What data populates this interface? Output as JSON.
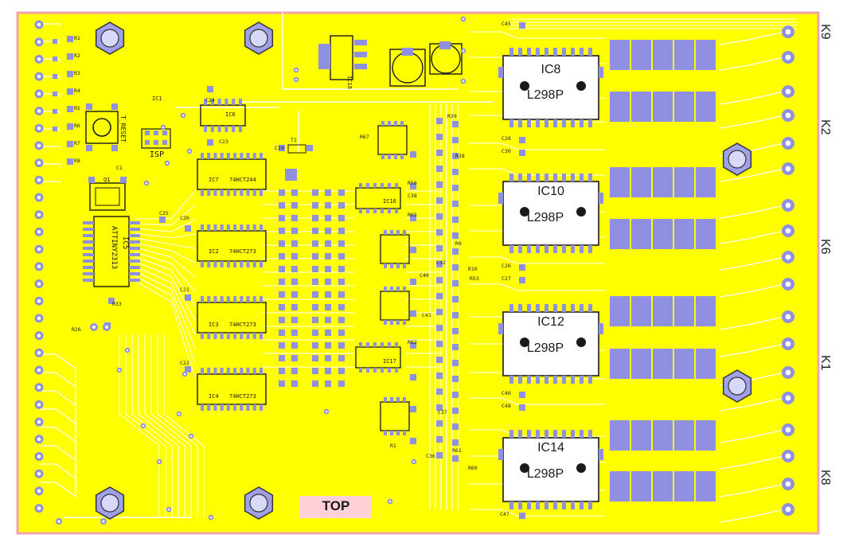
{
  "colors": {
    "board": "#ffff00",
    "outline": "#f0a0b0",
    "trace": "#ffffff",
    "pad": "#9090e0",
    "pad_hole": "#ffffff",
    "silk": "#1a1a1a",
    "label_box": "#ffd0d8"
  },
  "board_label": "TOP",
  "connector_labels": [
    "K9",
    "K2",
    "K6",
    "K1",
    "K8"
  ],
  "switch_label": "T_RESET",
  "isp_label": "ISP",
  "main_mcu": "ATTINY2313",
  "main_mcu_ref": "IC5",
  "drivers": [
    {
      "ref": "IC8",
      "part": "L298P"
    },
    {
      "ref": "IC10",
      "part": "L298P"
    },
    {
      "ref": "IC12",
      "part": "L298P"
    },
    {
      "ref": "IC14",
      "part": "L298P"
    }
  ],
  "logic_chips": [
    {
      "ref": "IC7",
      "part": "74HCT244"
    },
    {
      "ref": "IC2",
      "part": "74HCT273"
    },
    {
      "ref": "IC3",
      "part": "74HCT273"
    },
    {
      "ref": "IC4",
      "part": "74HCT273"
    }
  ],
  "small_chips": [
    "IC6",
    "IC16",
    "IC17",
    "IC18",
    "IC1",
    "Q1"
  ],
  "left_parts": [
    "R1",
    "R2",
    "R3",
    "R4",
    "R5",
    "R6",
    "R7",
    "R8"
  ],
  "misc_labels": [
    "C24",
    "C23",
    "C20",
    "C21",
    "C22",
    "C25",
    "R33",
    "R26",
    "C1",
    "T1",
    "C19",
    "C45",
    "C28",
    "C30",
    "C26",
    "C27",
    "C46",
    "C48",
    "C47",
    "R39",
    "R38",
    "R56",
    "C38",
    "R65",
    "C40",
    "C32",
    "R53",
    "C41",
    "R62",
    "C37",
    "R61",
    "C36",
    "R1",
    "R10",
    "R9",
    "R60",
    "R67"
  ]
}
